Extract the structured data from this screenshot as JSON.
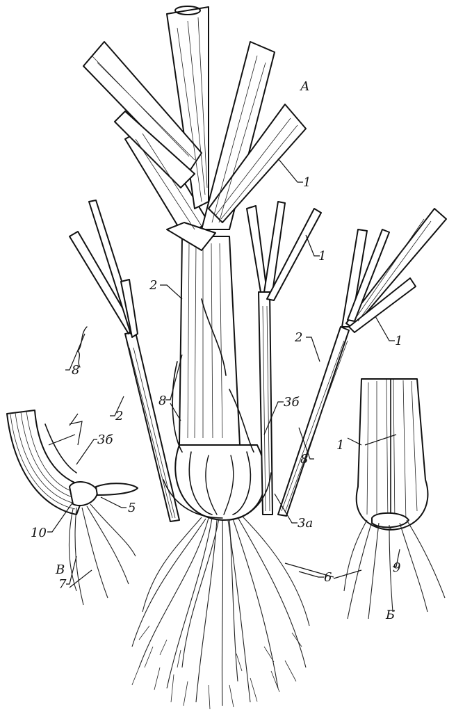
{
  "figure": {
    "panels": {
      "main": "А",
      "bulb": "Б",
      "section": "В"
    },
    "labels": [
      "1",
      "1",
      "1",
      "2",
      "2",
      "2",
      "8",
      "8",
      "8",
      "3б",
      "3б",
      "3а",
      "6",
      "5",
      "10",
      "7",
      "1",
      "9"
    ]
  }
}
